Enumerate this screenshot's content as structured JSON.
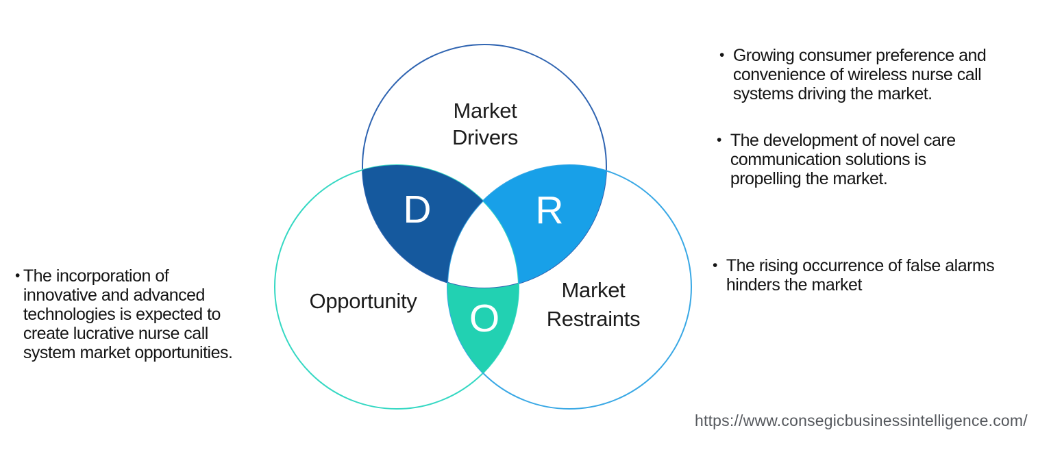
{
  "venn": {
    "colors": {
      "drivers_stroke": "#2F64B1",
      "opportunity_stroke": "#35D8C3",
      "restraints_stroke": "#39A8E5",
      "d_fill": "#15599E",
      "r_fill": "#18A0E8",
      "o_fill": "#22D1B2",
      "letter_color": "#FFFFFF"
    },
    "labels": {
      "drivers": "Market\nDrivers",
      "opportunity": "Opportunity",
      "restraints": "Market\nRestraints"
    },
    "letters": {
      "d": "D",
      "r": "R",
      "o": "O"
    }
  },
  "notes": {
    "bullet": "•",
    "left": [
      {
        "text": "The incorporation of\ninnovative and advanced\ntechnologies is expected to\ncreate lucrative nurse call\nsystem market opportunities."
      }
    ],
    "right": [
      {
        "text": "Growing consumer preference and\nconvenience of wireless nurse call\nsystems driving the market."
      },
      {
        "text": "The development of novel care\ncommunication solutions is\npropelling the market."
      },
      {
        "text": "The rising occurrence of false alarms\nhinders the market"
      }
    ]
  },
  "footer": {
    "url": "https://www.consegicbusinessintelligence.com/"
  }
}
